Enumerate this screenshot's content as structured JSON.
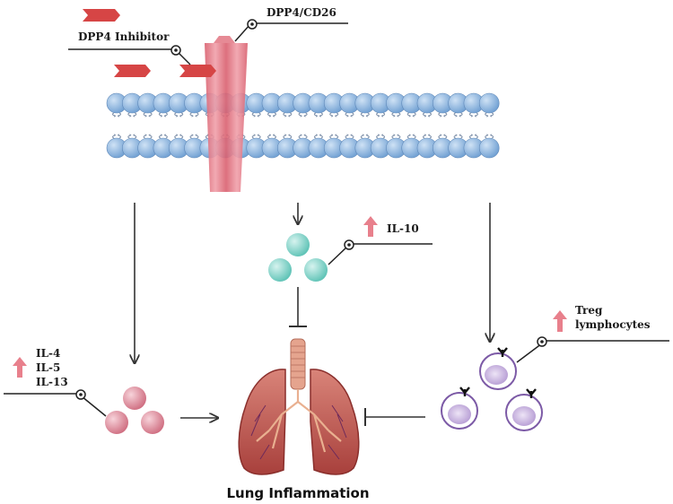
{
  "labels": {
    "inhibitor": "DPP4 Inhibitor",
    "receptor": "DPP4/CD26",
    "il10": "IL-10",
    "il4": "IL-4",
    "il5": "IL-5",
    "il13": "IL-13",
    "treg_line1": "Treg",
    "treg_line2": "lymphocytes",
    "title": "Lung Inflammation"
  },
  "colors": {
    "inhibitor_red": "#d64545",
    "receptor_pink": "#e8808c",
    "lipid_head": "#8fb6e0",
    "up_arrow": "#e8808c",
    "il10_cells": "#7fd1c7",
    "th2_cells": "#e38a9a",
    "treg_cell_outline": "#7c5aa6",
    "lung": "#b8494a",
    "arrow": "#333333"
  },
  "icons": [
    "inhibitor-drug-icon",
    "dpp4-receptor-icon",
    "lipid-bilayer",
    "up-arrow-icon",
    "cytokine-cell-icon",
    "treg-cell-icon",
    "lungs-icon"
  ]
}
